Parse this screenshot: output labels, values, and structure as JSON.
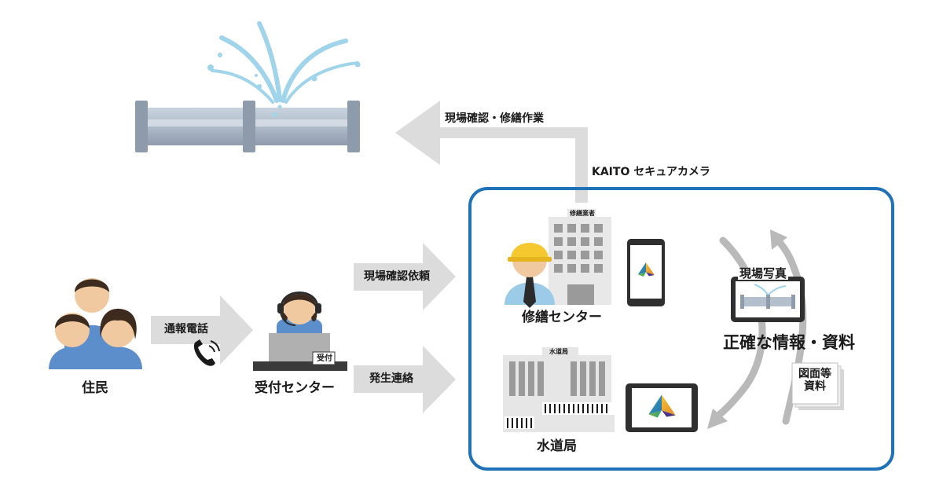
{
  "arrows": {
    "site_work": "現場確認・修繕作業",
    "report_call": "通報電話",
    "site_request": "現場確認依頼",
    "incident_contact": "発生連絡"
  },
  "system": {
    "title": "KAITO セキュアカメラ"
  },
  "nodes": {
    "residents": "住民",
    "reception": "受付センター",
    "reception_sign": "受付",
    "repair_center": "修繕センター",
    "repair_building_sign": "修繕業者",
    "water_bureau": "水道局",
    "water_building_sign": "水道局"
  },
  "info": {
    "site_photo": "現場写真",
    "accurate_info": "正確な情報・資料",
    "drawings_line1": "図面等",
    "drawings_line2": "資料"
  },
  "colors": {
    "frame": "#1f71b8",
    "arrow": "#dcdcdc",
    "curve": "#b9b9b9",
    "person_shirt": "#5b8ecb",
    "skin": "#f0c9a0",
    "hair": "#3d2b1f",
    "helmet": "#f5c830",
    "pipe": "#a9b6c6",
    "water": "#9fd4ea"
  },
  "icons": [
    "pipe-leak-icon",
    "residents-icon",
    "operator-icon",
    "phone-icon",
    "worker-icon",
    "office-building-icon",
    "water-bureau-building-icon",
    "smartphone-icon",
    "tablet-icon",
    "cycle-arrows-icon",
    "photo-tablet-icon",
    "document-icon"
  ]
}
